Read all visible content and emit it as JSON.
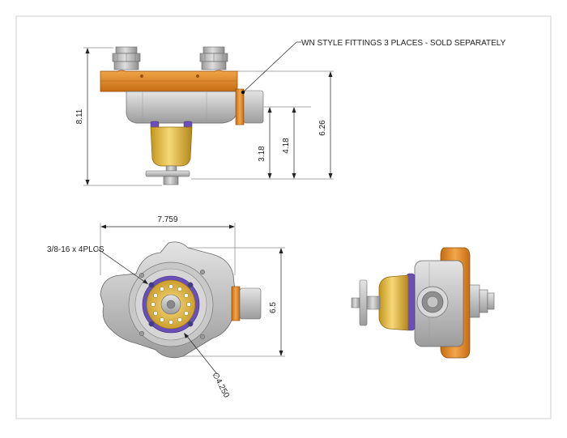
{
  "callouts": {
    "fittings_note": "WN STYLE FITTINGS 3 PLACES - SOLD SEPARATELY",
    "thread_note": "3/8-16 x 4PLCS"
  },
  "dimensions": {
    "overall_height": "8.11",
    "height_inner": "3.18",
    "height_mid": "4.18",
    "height_outer": "6.26",
    "width": "7.759",
    "depth": "6.5",
    "bore_diameter": "∅4.250"
  },
  "colors": {
    "orange": "#e8891e",
    "orange_dark": "#b8600c",
    "aluminum": "#bcbcbc",
    "aluminum_dark": "#8c8c8c",
    "gold": "#e9c24a",
    "gold_dark": "#b88d18",
    "purple": "#6a4fb8",
    "border": "#cfcfcf"
  }
}
